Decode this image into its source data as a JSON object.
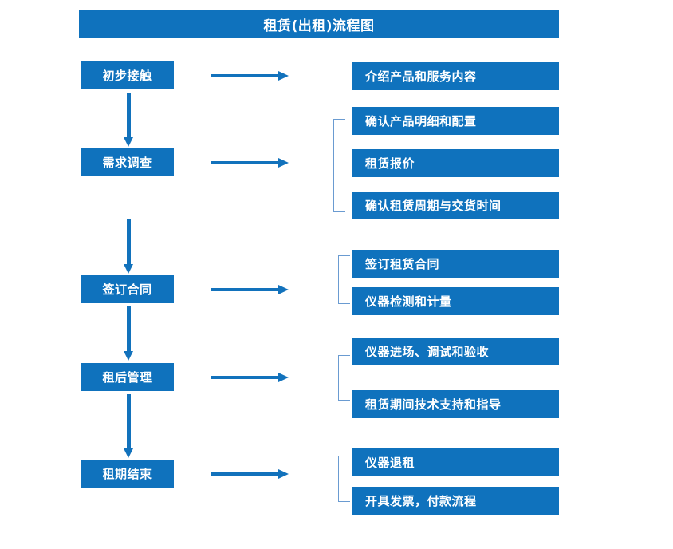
{
  "header": {
    "title": "租赁(出租)流程图",
    "accent_color": "#0F72BD",
    "arrow_color": "#1272BC",
    "bracket_color": "#6A9BD1",
    "text_color": "#FFFFFF",
    "background_color": "#FFFFFF"
  },
  "flow": {
    "stages": [
      {
        "label": "初步接触"
      },
      {
        "label": "需求调查"
      },
      {
        "label": "签订合同"
      },
      {
        "label": "租后管理"
      },
      {
        "label": "租期结束"
      }
    ],
    "groups": [
      {
        "stage": "初步接触",
        "bracketed": false,
        "items": [
          {
            "label": "介绍产品和服务内容"
          }
        ]
      },
      {
        "stage": "需求调查",
        "bracketed": true,
        "items": [
          {
            "label": "确认产品明细和配置"
          },
          {
            "label": "租赁报价"
          },
          {
            "label": "确认租赁周期与交货时间"
          }
        ]
      },
      {
        "stage": "签订合同",
        "bracketed": true,
        "items": [
          {
            "label": "签订租赁合同"
          },
          {
            "label": "仪器检测和计量"
          }
        ]
      },
      {
        "stage": "租后管理",
        "bracketed": true,
        "items": [
          {
            "label": "仪器进场、调试和验收"
          },
          {
            "label": "租赁期间技术支持和指导"
          }
        ]
      },
      {
        "stage": "租期结束",
        "bracketed": true,
        "items": [
          {
            "label": "仪器退租"
          },
          {
            "label": "开具发票，付款流程"
          }
        ]
      }
    ],
    "connector_note": "每个阶段向右箭头指向该阶段的细项分组；阶段之间用向下箭头连接"
  }
}
